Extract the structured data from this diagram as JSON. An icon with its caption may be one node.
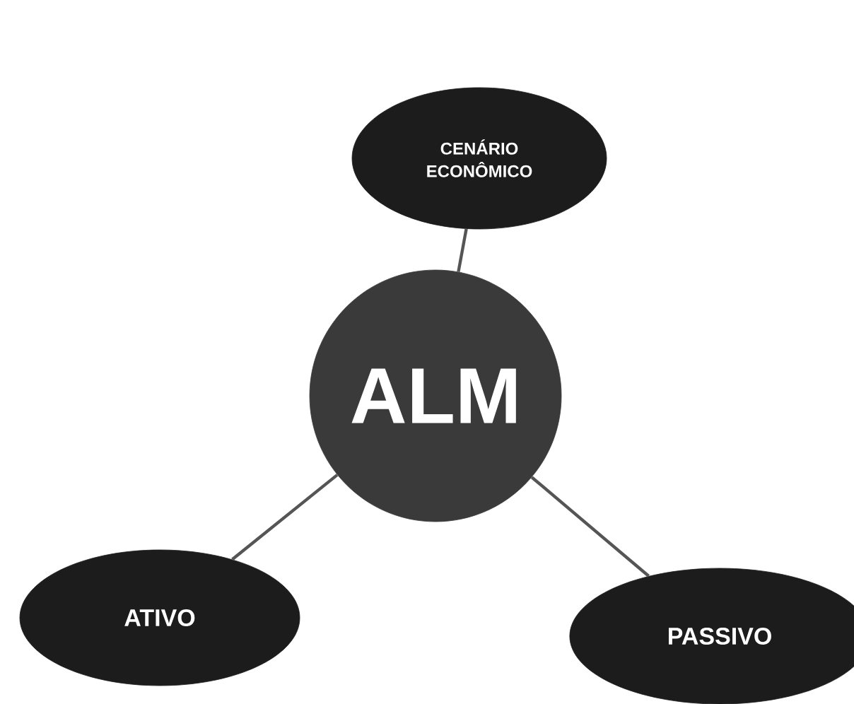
{
  "diagram": {
    "nodes": [
      {
        "text": [
          "CENÁRIO ECONÔMICO"
        ]
      },
      {
        "text": [
          "ALM"
        ]
      },
      {
        "text": [
          "ATIVO"
        ]
      },
      {
        "text": [
          "PASSIVO"
        ]
      }
    ],
    "edges": [
      {
        "from": 1,
        "to": 0,
        "arrow": "none"
      },
      {
        "from": 1,
        "to": 2,
        "arrow": "none"
      },
      {
        "from": 1,
        "to": 3,
        "arrow": "none"
      }
    ]
  }
}
